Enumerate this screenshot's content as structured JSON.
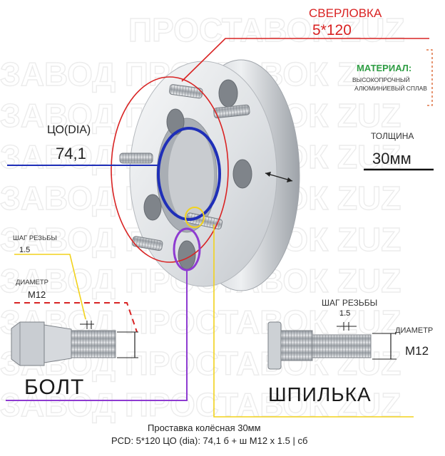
{
  "drilling": {
    "title": "СВЕРЛОВКА",
    "value": "5*120"
  },
  "material": {
    "title": "МАТЕРИАЛ:",
    "line1": "ВЫСОКОПРОЧНЫЙ",
    "line2": "АЛЮМИНИЕВЫЙ СПЛАВ"
  },
  "center_bore": {
    "title": "ЦО(DIA)",
    "value": "74,1"
  },
  "thickness": {
    "title": "ТОЛЩИНА",
    "value": "30мм"
  },
  "bolt": {
    "pitch_title": "ШАГ РЕЗЬБЫ",
    "pitch_value": "1.5",
    "diameter_title": "ДИАМЕТР",
    "diameter_value": "M12",
    "name": "БОЛТ"
  },
  "stud": {
    "pitch_title": "ШАГ РЕЗЬБЫ",
    "pitch_value": "1.5",
    "diameter_title": "ДИАМЕТР",
    "diameter_value": "M12",
    "name": "ШПИЛЬКА"
  },
  "watermark": [
    "ПРОСТАВОК ZUZ",
    "ЗАВОД ПРОСТАВОК ZUZ"
  ],
  "caption": {
    "line1": "Проставка колёсная 30мм",
    "line2": "PCD: 5*120 ЦО (dia): 74,1 б + ш M12 x 1.5 | сб"
  },
  "colors": {
    "drilling": "#d92323",
    "center_bore": "#1f2fb8",
    "bolt_hole": "#8e3bd1",
    "stud_leader": "#f2d21c",
    "material": "#2f9e44"
  }
}
